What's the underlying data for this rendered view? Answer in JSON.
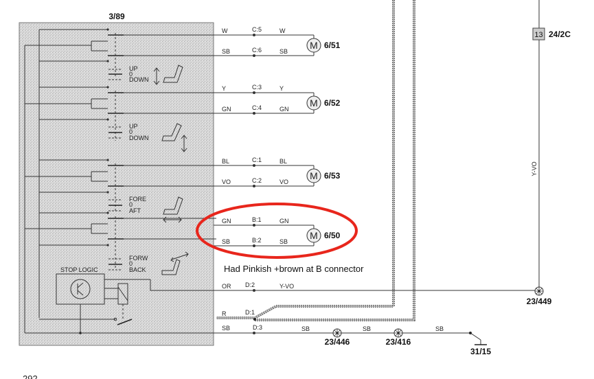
{
  "diagram": {
    "switch_unit": {
      "id": "3/89",
      "sections": [
        {
          "up": "UP",
          "mid": "0",
          "down": "DOWN"
        },
        {
          "up": "UP",
          "mid": "0",
          "down": "DOWN"
        },
        {
          "up": "FORE",
          "mid": "0",
          "down": "AFT"
        },
        {
          "up": "FORW",
          "mid": "0",
          "down": "BACK"
        }
      ],
      "stop_logic_label": "STOP LOGIC"
    },
    "motors": [
      {
        "id": "6/51",
        "wires": [
          {
            "color_in": "W",
            "conn": "C:5",
            "color_out": "W"
          },
          {
            "color_in": "SB",
            "conn": "C:6",
            "color_out": "SB"
          }
        ]
      },
      {
        "id": "6/52",
        "wires": [
          {
            "color_in": "Y",
            "conn": "C:3",
            "color_out": "Y"
          },
          {
            "color_in": "GN",
            "conn": "C:4",
            "color_out": "GN"
          }
        ]
      },
      {
        "id": "6/53",
        "wires": [
          {
            "color_in": "BL",
            "conn": "C:1",
            "color_out": "BL"
          },
          {
            "color_in": "VO",
            "conn": "C:2",
            "color_out": "VO"
          }
        ]
      },
      {
        "id": "6/50",
        "wires": [
          {
            "color_in": "GN",
            "conn": "B:1",
            "color_out": "GN"
          },
          {
            "color_in": "SB",
            "conn": "B:2",
            "color_out": "SB"
          }
        ]
      }
    ],
    "motor_symbol": "M",
    "lower_wires": [
      {
        "color_in": "OR",
        "conn": "D:2",
        "color_out": "Y-VO"
      },
      {
        "color_in": "R",
        "conn": "D:1"
      },
      {
        "color_in": "SB",
        "conn": "D:3",
        "color_out": "SB",
        "color_mid": "SB",
        "color_end": "SB"
      }
    ],
    "fuse": {
      "number": "13",
      "id": "24/2C"
    },
    "vertical_wire_label": "Y-VO",
    "splices": [
      "23/449",
      "23/446",
      "23/416"
    ],
    "ground": "31/15",
    "page_number": "292",
    "annotation": {
      "text": "Had Pinkish +brown at B connector",
      "ellipse_color": "#e8261c"
    }
  }
}
